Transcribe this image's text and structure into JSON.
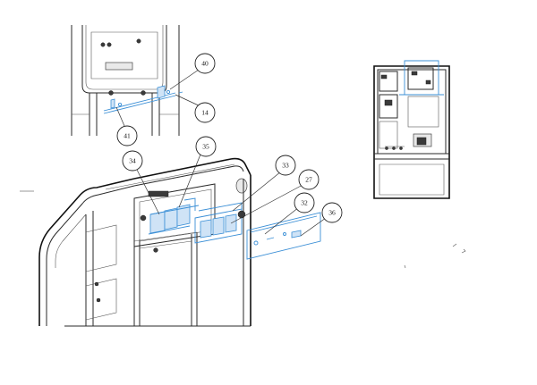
{
  "balloons": {
    "b40": "40",
    "b14": "14",
    "b41": "41",
    "b35": "35",
    "b34": "34",
    "b33": "33",
    "b27": "27",
    "b32": "32",
    "b36": "36"
  },
  "colors": {
    "highlight": "#3b8fd6",
    "line": "#2a2a2a"
  }
}
